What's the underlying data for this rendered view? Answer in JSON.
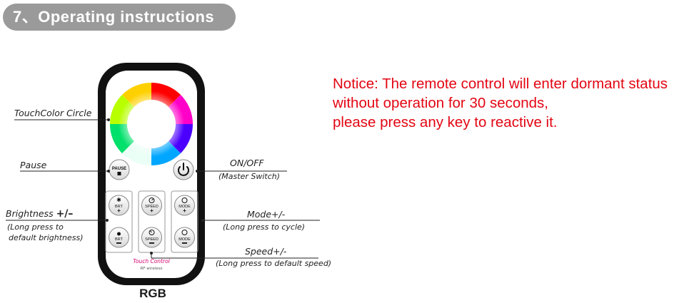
{
  "header": {
    "title": "7、Operating instructions"
  },
  "notice": {
    "lines": [
      "Notice: The remote control will enter dormant status",
      "without operation for 30 seconds,",
      "please press any key to reactive it."
    ],
    "color": "#e30613"
  },
  "labels": {
    "touch_color_circle": "TouchColor Circle",
    "pause": "Pause",
    "brightness": "Brightness",
    "brightness_symbol": "+/–",
    "brightness_note_1": "(Long press to",
    "brightness_note_2": "default brightness)",
    "onoff": "ON/OFF",
    "master_switch": "(Master Switch)",
    "mode": "Mode+/-",
    "mode_note": "(Long press to cycle)",
    "speed": "Speed+/-",
    "speed_note": "(Long press to default speed)"
  },
  "remote": {
    "pause_button": "PAUSE",
    "brt_label": "BRT",
    "speed_label": "SPEED",
    "mode_label": "MODE",
    "brand_line1": "Touch Control",
    "brand_line2": "RF wireless",
    "model": "RGB",
    "power_icon": "power-icon",
    "brand_color": "#d6006f"
  }
}
